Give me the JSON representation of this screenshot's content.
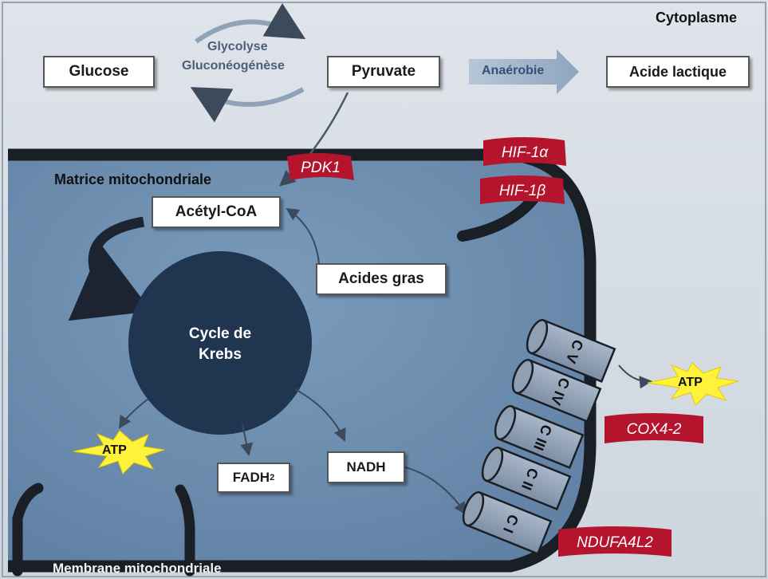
{
  "cytoplasm_label": "Cytoplasme",
  "matrix_label": "Matrice mitochondriale",
  "membrane_label": "Membrane mitochondriale",
  "glucose": "Glucose",
  "glycolysis": "Glycolyse",
  "gluconeogenesis": "Gluconéogénèse",
  "pyruvate": "Pyruvate",
  "anaerobic": "Anaérobie",
  "lactic_acid": "Acide lactique",
  "acetyl_coa": "Acétyl-CoA",
  "fatty_acids": "Acides gras",
  "krebs_line1": "Cycle de",
  "krebs_line2": "Krebs",
  "atp_left": "ATP",
  "atp_right": "ATP",
  "fadh2_base": "FADH",
  "fadh2_sub": "2",
  "nadh": "NADH",
  "tags": {
    "pdk1": "PDK1",
    "hif1a": "HIF-1α",
    "hif1b": "HIF-1β",
    "cox42": "COX4-2",
    "ndufa4l2": "NDUFA4L2"
  },
  "complexes": {
    "cv": "C V",
    "civ": "C IV",
    "ciii": "C III",
    "cii": "C II",
    "ci": "C I"
  },
  "colors": {
    "background": "#d6dde6",
    "matrix": "#6f8fb0",
    "membrane": "#1a1f26",
    "krebs": "#1f3550",
    "tag": "#b5152c",
    "complex": "#8f9fb4"
  }
}
